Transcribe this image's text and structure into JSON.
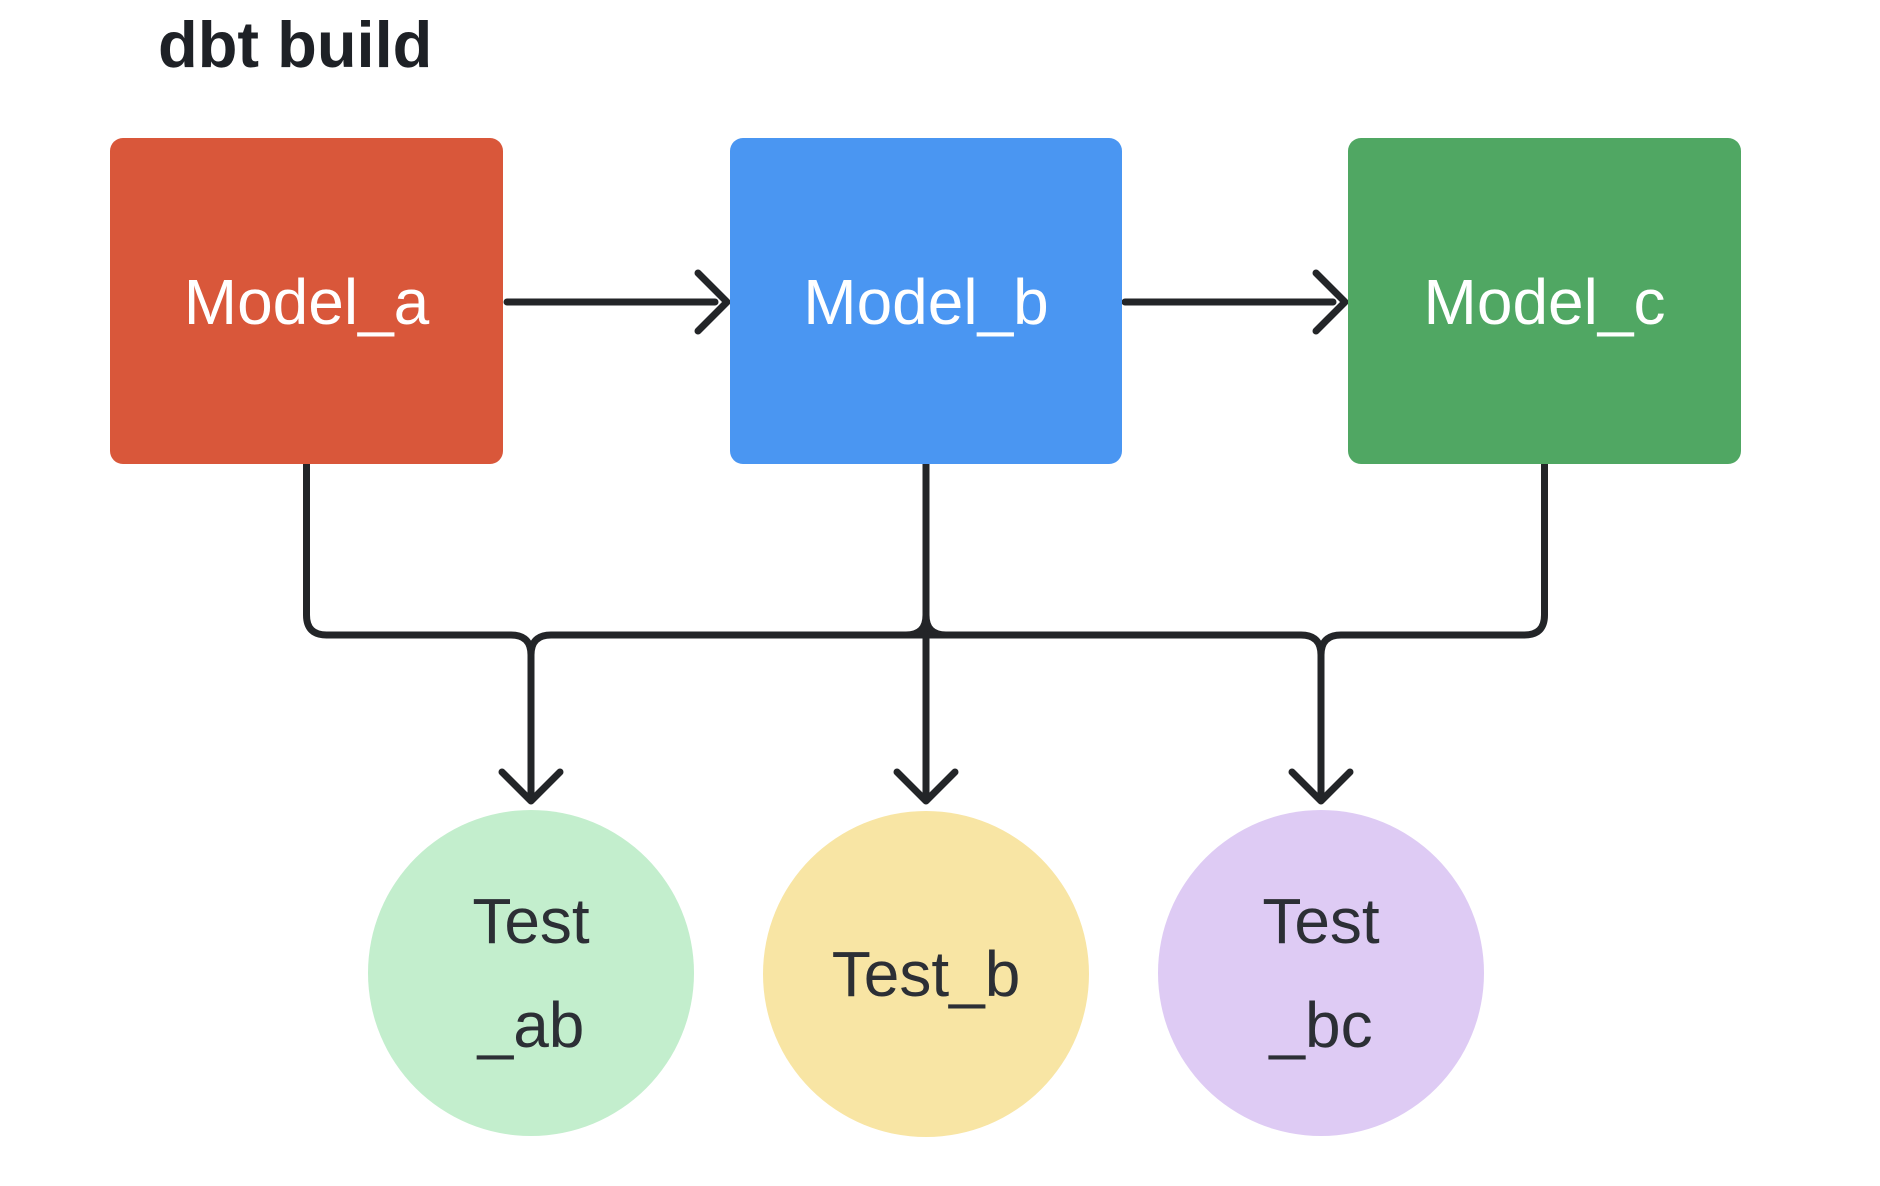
{
  "title": "dbt build",
  "colors": {
    "background": "#FFFFFF",
    "connector": "#232528",
    "title_text": "#1E2126",
    "model_label_text": "#FFFFFF",
    "test_label_text": "#2C2F35"
  },
  "nodes": {
    "model_a": {
      "type": "model",
      "shape": "rectangle",
      "label": "Model_a",
      "fill": "#D9573A"
    },
    "model_b": {
      "type": "model",
      "shape": "rectangle",
      "label": "Model_b",
      "fill": "#4A96F2"
    },
    "model_c": {
      "type": "model",
      "shape": "rectangle",
      "label": "Model_c",
      "fill": "#50A763"
    },
    "test_ab": {
      "type": "test",
      "shape": "circle",
      "line1": "Test",
      "line2": "_ab",
      "fill": "#C3EECD"
    },
    "test_b": {
      "type": "test",
      "shape": "circle",
      "line1": "Test_b",
      "line2": "",
      "fill": "#F8E5A4"
    },
    "test_bc": {
      "type": "test",
      "shape": "circle",
      "line1": "Test",
      "line2": "_bc",
      "fill": "#DECBF4"
    }
  },
  "edges": [
    {
      "from": "model_a",
      "to": "model_b",
      "style": "arrow"
    },
    {
      "from": "model_b",
      "to": "model_c",
      "style": "arrow"
    },
    {
      "from": "model_a",
      "to": "test_ab",
      "style": "arrow"
    },
    {
      "from": "model_b",
      "to": "test_ab",
      "style": "arrow"
    },
    {
      "from": "model_b",
      "to": "test_b",
      "style": "arrow"
    },
    {
      "from": "model_b",
      "to": "test_bc",
      "style": "arrow"
    },
    {
      "from": "model_c",
      "to": "test_bc",
      "style": "arrow"
    }
  ]
}
